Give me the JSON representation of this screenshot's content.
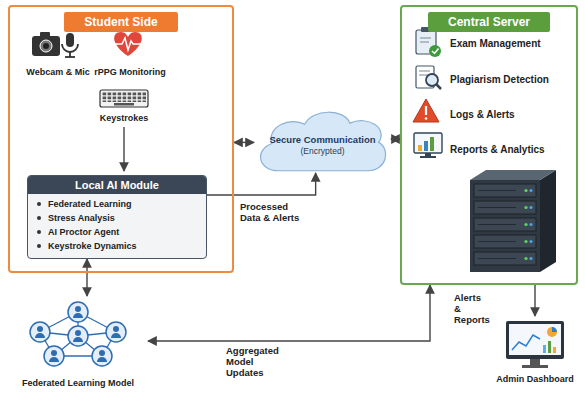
{
  "diagram": {
    "nodes": [
      {
        "text": [
          "Student Side"
        ]
      },
      {
        "text": [
          "Local AI Module",
          "Federated Learning",
          "Stress Analysis",
          "AI Proctor Agent",
          "Keystroke Dynamics"
        ],
        "in": 0
      },
      {
        "text": [
          "Secure Communication",
          "(Encrypted)"
        ]
      },
      {
        "text": [
          "Central Server",
          "Exam Management",
          "Plagiarism Detection",
          "Logs & Alerts",
          "Reports & Analytics"
        ]
      },
      {
        "text": [
          "Federated Learning Model"
        ]
      },
      {
        "text": [
          "Admin Dashboard"
        ]
      }
    ],
    "edges": [
      {
        "from": 0,
        "to": 2,
        "arrow": "both"
      },
      {
        "from": 1,
        "to": 2,
        "arrow": "to",
        "label": "Processed Data & Alerts"
      },
      {
        "from": 2,
        "to": 3,
        "arrow": "both"
      },
      {
        "from": 1,
        "to": 4,
        "arrow": "both"
      },
      {
        "from": 4,
        "to": 3,
        "arrow": "both",
        "label": "Aggregated Model Updates"
      },
      {
        "from": 3,
        "to": 5,
        "arrow": "to",
        "label": "Alerts & Reports"
      }
    ],
    "labels": [
      "Webcam & Mic",
      "rPPG Monitoring",
      "Keystrokes"
    ]
  }
}
